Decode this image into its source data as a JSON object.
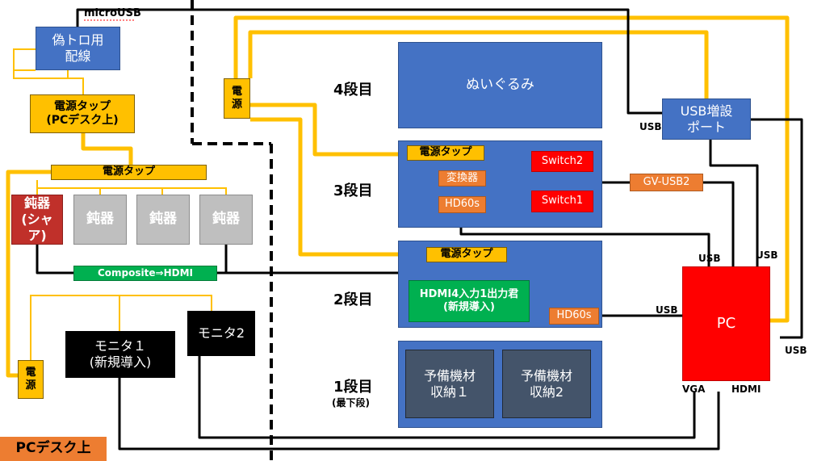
{
  "nodes": {
    "nisetoro": "偽トロ用\n配線",
    "microusb": "microUSB",
    "tap_desk": "電源タップ\n(PCデスク上)",
    "tap_main": "電源タップ",
    "donki_share": "鈍器\n(シャア)",
    "donki": "鈍器",
    "composite": "Composite⇒HDMI",
    "power_left": "電\n源",
    "monitor1": "モニタ１\n(新規導入)",
    "monitor2": "モニタ2",
    "pc_desk_label": "PCデスク上",
    "power_top": "電\n源",
    "nuigurumi": "ぬいぐるみ",
    "tap3": "電源タップ",
    "switch2": "Switch2",
    "henkanki": "変換器",
    "hd60s_3": "HD60s",
    "switch1": "Switch1",
    "gv_usb2": "GV-USB2",
    "tap2": "電源タップ",
    "hdmi_splitter": "HDMI4入力1出力君\n(新規導入)",
    "hd60s_2": "HD60s",
    "spare1": "予備機材\n収納１",
    "spare2": "予備機材\n収納2",
    "usb_hub": "USB増設\nポート",
    "pc": "PC"
  },
  "tiers": {
    "t4": "4段目",
    "t3": "3段目",
    "t2": "2段目",
    "t1": "1段目",
    "t1_sub": "(最下段)"
  },
  "ports": {
    "usb_hub": "USB",
    "pc_usb_top": "USB",
    "pc_usb_top_right": "USB",
    "pc_usb_left": "USB",
    "pc_usb_right": "USB",
    "pc_vga": "VGA",
    "pc_hdmi": "HDMI"
  },
  "colors": {
    "power_cable": "#ffc000",
    "signal_cable": "#000000"
  }
}
